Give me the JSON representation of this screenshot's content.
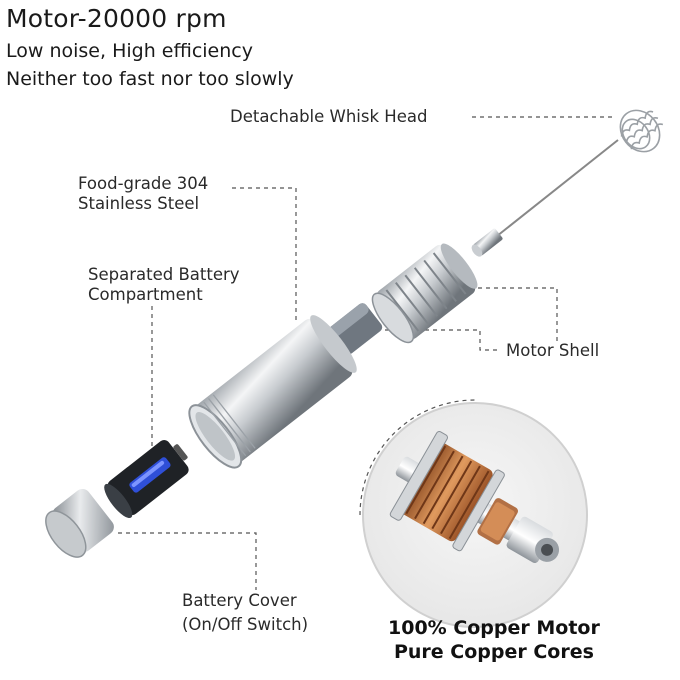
{
  "header": {
    "title": "Motor-20000 rpm",
    "subtitle_1": "Low noise, High efficiency",
    "subtitle_2": "Neither too fast nor too slowly"
  },
  "labels": {
    "whisk_head": "Detachable Whisk Head",
    "steel_line1": "Food-grade 304",
    "steel_line2": "Stainless Steel",
    "battery_line1": "Separated Battery",
    "battery_line2": "Compartment",
    "motor_shell": "Motor Shell",
    "cover_line1": "Battery Cover",
    "cover_line2": "(On/Off Switch)",
    "copper_line1": "100% Copper Motor",
    "copper_line2": "Pure Copper Cores"
  },
  "colors": {
    "steel_light": "#eef0f2",
    "steel_dark": "#8a8f95",
    "copper": "#c7793f",
    "battery_blue": "#2f4fd8",
    "leader_line": "#555555"
  }
}
